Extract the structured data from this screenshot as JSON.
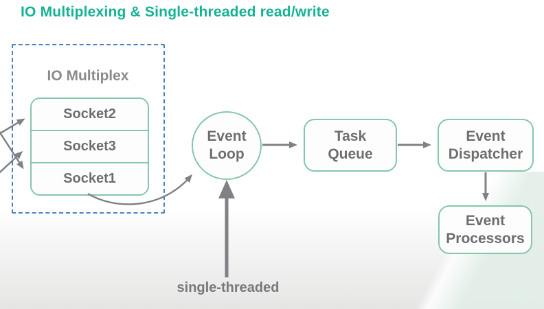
{
  "title": "IO Multiplexing & Single-threaded read/write",
  "io_multiplex": {
    "label": "IO Multiplex",
    "sockets": [
      "Socket2",
      "Socket3",
      "Socket1"
    ]
  },
  "nodes": {
    "event_loop": "Event\nLoop",
    "task_queue": "Task\nQueue",
    "event_dispatcher": "Event\nDispatcher",
    "event_processors": "Event\nProcessors"
  },
  "annotations": {
    "single_threaded": "single-threaded"
  },
  "colors": {
    "title_teal": "#14b394",
    "node_border_green": "#85c7a9",
    "label_gray": "#6d6e70",
    "arrow_gray": "#7f8184",
    "dashed_blue": "#4a82c8"
  }
}
